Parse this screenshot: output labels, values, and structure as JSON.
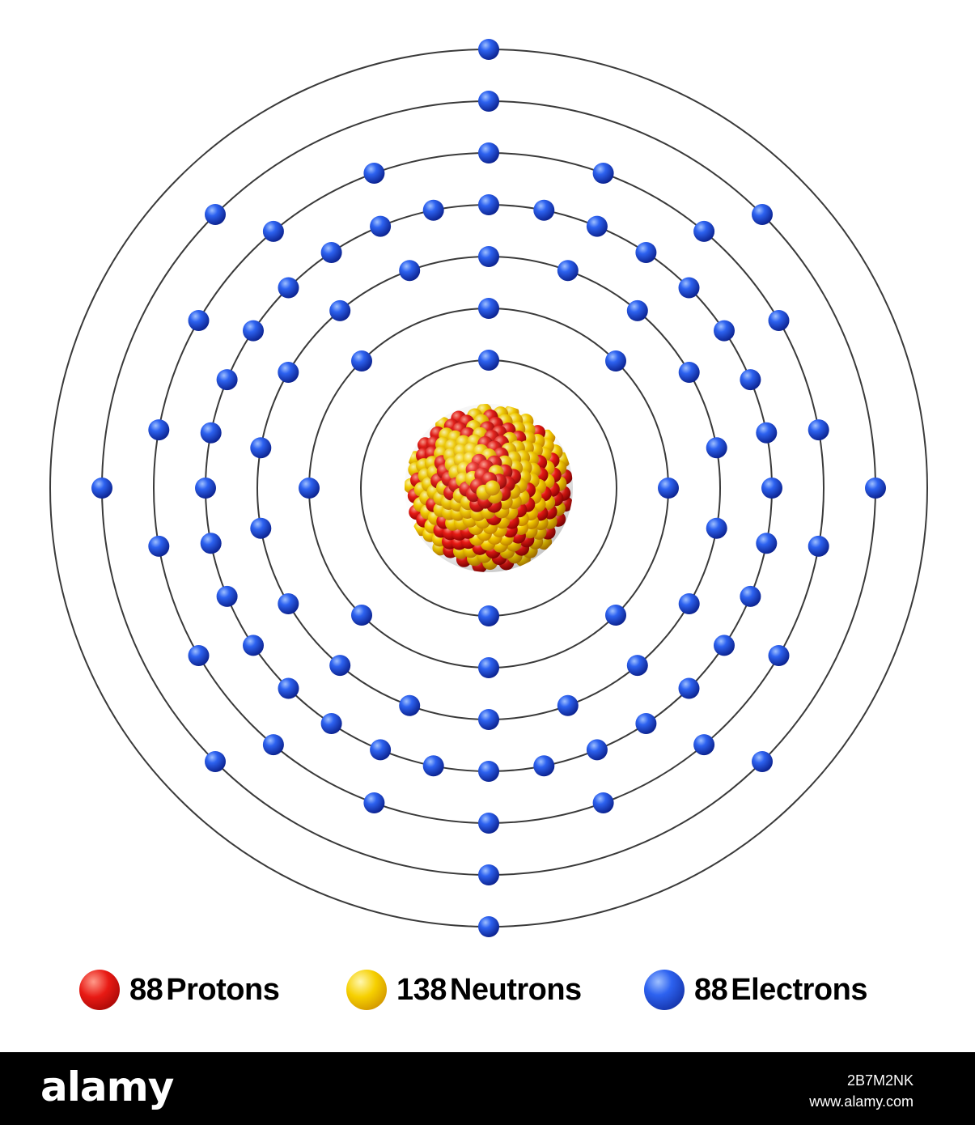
{
  "legend": {
    "protons": {
      "count": "88",
      "label": "Protons"
    },
    "neutrons": {
      "count": "138",
      "label": "Neutrons"
    },
    "electrons": {
      "count": "88",
      "label": "Electrons"
    }
  },
  "shells": [
    2,
    8,
    18,
    32,
    18,
    8,
    2
  ],
  "colors": {
    "proton": "#e01414",
    "neutron": "#f2c300",
    "electron": "#1f4fe0",
    "orbit": "#3a3a3a",
    "footer_bg": "#000000"
  },
  "footer": {
    "brand": "alamy",
    "image_id": "2B7M2NK",
    "site": "www.alamy.com"
  }
}
